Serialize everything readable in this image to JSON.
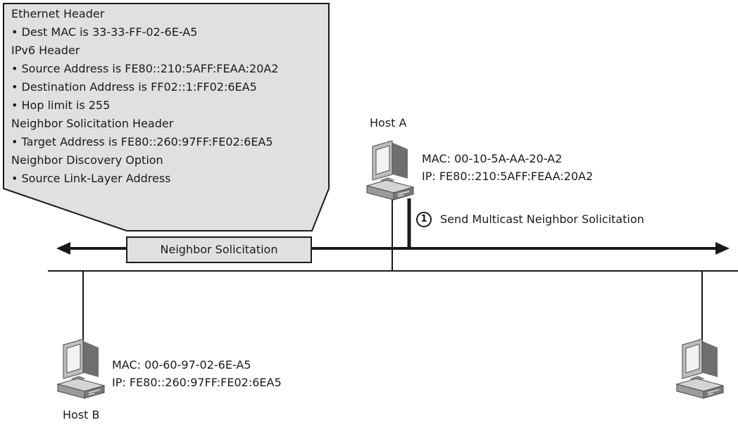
{
  "callout": {
    "lines": [
      "Ethernet Header",
      "• Dest MAC is 33-33-FF-02-6E-A5",
      "IPv6 Header",
      "• Source Address is FE80::210:5AFF:FEAA:20A2",
      "• Destination Address is FF02::1:FF02:6EA5",
      "• Hop limit is 255",
      "Neighbor Solicitation Header",
      "• Target Address is FE80::260:97FF:FE02:6EA5",
      "Neighbor Discovery Option",
      "• Source Link-Layer Address"
    ]
  },
  "packet_label": "Neighbor Solicitation",
  "host_a": {
    "name": "Host A",
    "mac": "MAC: 00-10-5A-AA-20-A2",
    "ip": "IP: FE80::210:5AFF:FEAA:20A2"
  },
  "host_b": {
    "name": "Host B",
    "mac": "MAC: 00-60-97-02-6E-A5",
    "ip": "IP: FE80::260:97FF:FE02:6EA5"
  },
  "step": {
    "number": "1",
    "text": "Send Multicast Neighbor Solicitation"
  },
  "colors": {
    "callout_fill": "#e0e0e0",
    "line": "#1a1a1a",
    "computer_dark": "#8a8a8a",
    "computer_light": "#c8c8c8"
  }
}
